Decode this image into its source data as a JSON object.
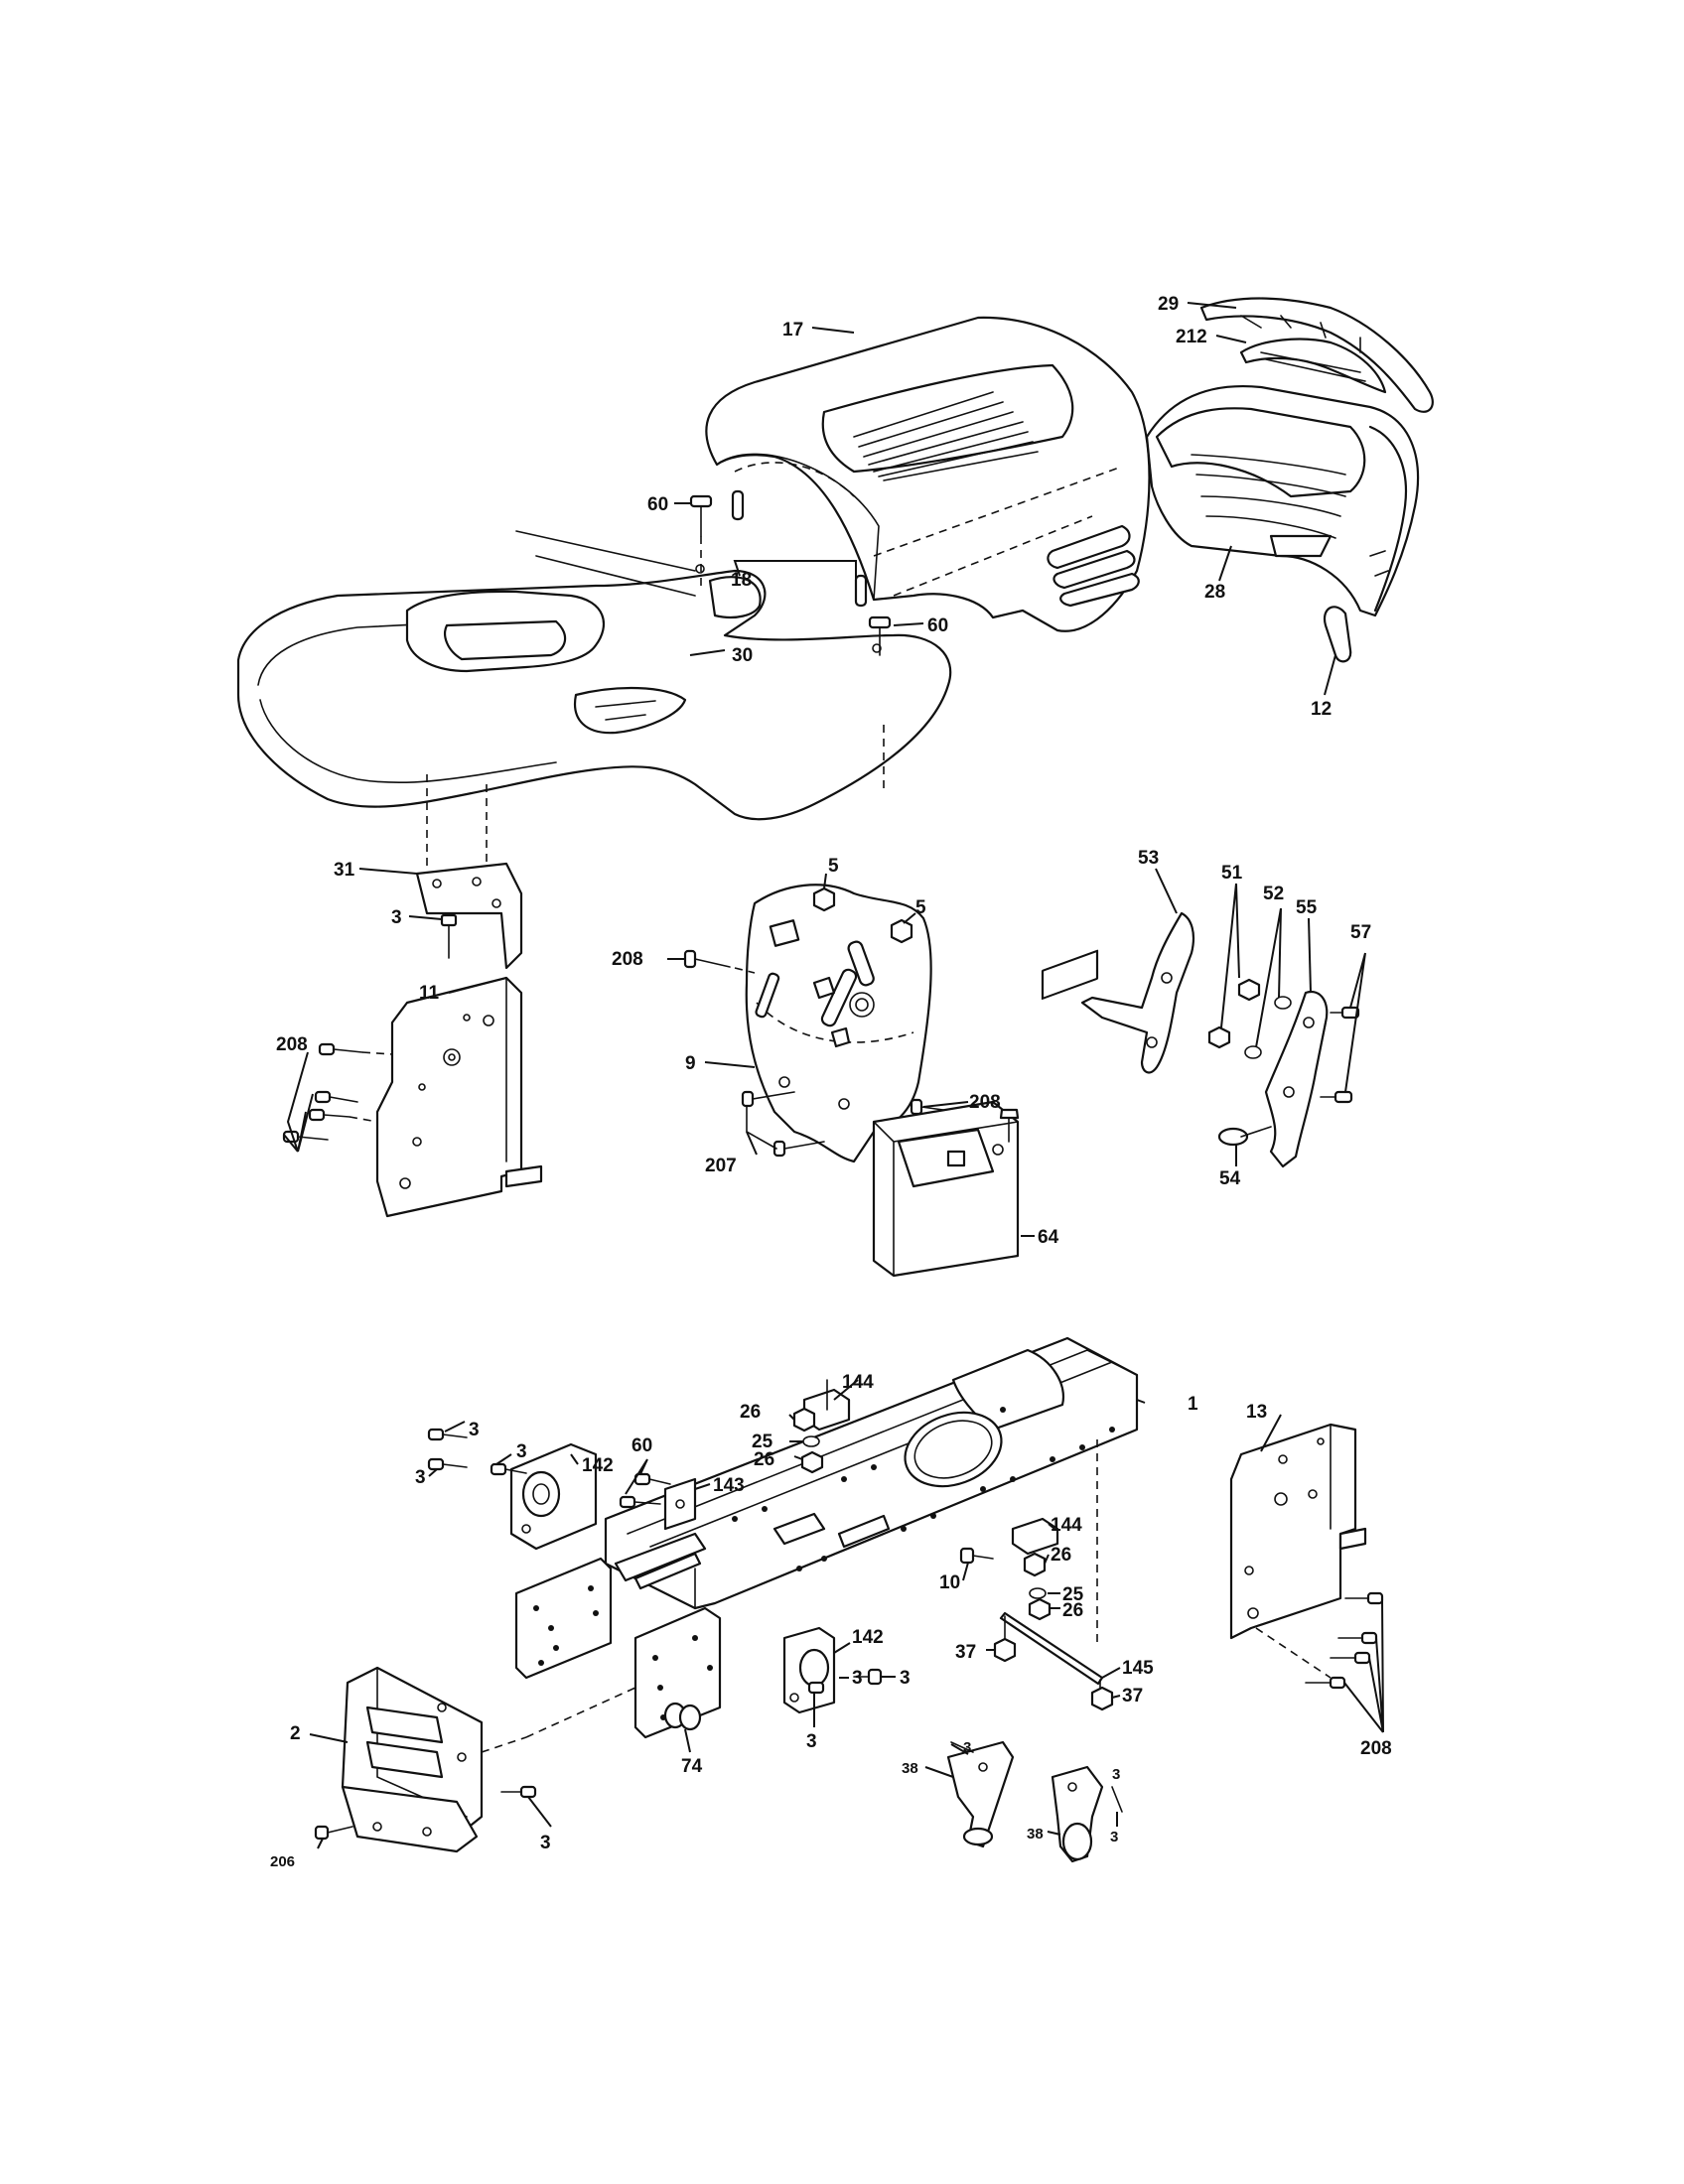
{
  "labels": [
    {
      "id": "l29",
      "text": "29"
    },
    {
      "id": "l212",
      "text": "212"
    },
    {
      "id": "l17",
      "text": "17"
    },
    {
      "id": "l60a",
      "text": "60"
    },
    {
      "id": "l18",
      "text": "18"
    },
    {
      "id": "l60b",
      "text": "60"
    },
    {
      "id": "l30",
      "text": "30"
    },
    {
      "id": "l28",
      "text": "28"
    },
    {
      "id": "l12",
      "text": "12"
    },
    {
      "id": "l31",
      "text": "31"
    },
    {
      "id": "l3a",
      "text": "3"
    },
    {
      "id": "l5a",
      "text": "5"
    },
    {
      "id": "l5b",
      "text": "5"
    },
    {
      "id": "l208a",
      "text": "208"
    },
    {
      "id": "l9",
      "text": "9"
    },
    {
      "id": "l53",
      "text": "53"
    },
    {
      "id": "l51",
      "text": "51"
    },
    {
      "id": "l52",
      "text": "52"
    },
    {
      "id": "l55",
      "text": "55"
    },
    {
      "id": "l57",
      "text": "57"
    },
    {
      "id": "l54",
      "text": "54"
    },
    {
      "id": "l208b",
      "text": "208"
    },
    {
      "id": "l11",
      "text": "11"
    },
    {
      "id": "l208c",
      "text": "208"
    },
    {
      "id": "l207",
      "text": "207"
    },
    {
      "id": "l64",
      "text": "64"
    },
    {
      "id": "l144a",
      "text": "144"
    },
    {
      "id": "l1",
      "text": "1"
    },
    {
      "id": "l13",
      "text": "13"
    },
    {
      "id": "l26a",
      "text": "26"
    },
    {
      "id": "l25a",
      "text": "25"
    },
    {
      "id": "l26b",
      "text": "26"
    },
    {
      "id": "l3b",
      "text": "3"
    },
    {
      "id": "l3c",
      "text": "3"
    },
    {
      "id": "l3d",
      "text": "3"
    },
    {
      "id": "l60c",
      "text": "60"
    },
    {
      "id": "l142a",
      "text": "142"
    },
    {
      "id": "l143",
      "text": "143"
    },
    {
      "id": "l144b",
      "text": "144"
    },
    {
      "id": "l26c",
      "text": "26"
    },
    {
      "id": "l10",
      "text": "10"
    },
    {
      "id": "l25b",
      "text": "25"
    },
    {
      "id": "l26d",
      "text": "26"
    },
    {
      "id": "l142b",
      "text": "142"
    },
    {
      "id": "l3e",
      "text": "3"
    },
    {
      "id": "l3f",
      "text": "3"
    },
    {
      "id": "l3g",
      "text": "3"
    },
    {
      "id": "l37a",
      "text": "37"
    },
    {
      "id": "l145",
      "text": "145"
    },
    {
      "id": "l37b",
      "text": "37"
    },
    {
      "id": "l208d",
      "text": "208"
    },
    {
      "id": "l74",
      "text": "74"
    },
    {
      "id": "l2",
      "text": "2"
    },
    {
      "id": "l3h",
      "text": "3"
    },
    {
      "id": "l206",
      "text": "206"
    },
    {
      "id": "l3i",
      "text": "3"
    },
    {
      "id": "l38a",
      "text": "38"
    },
    {
      "id": "l38b",
      "text": "38"
    },
    {
      "id": "l3j",
      "text": "3"
    },
    {
      "id": "l3k",
      "text": "3"
    }
  ]
}
